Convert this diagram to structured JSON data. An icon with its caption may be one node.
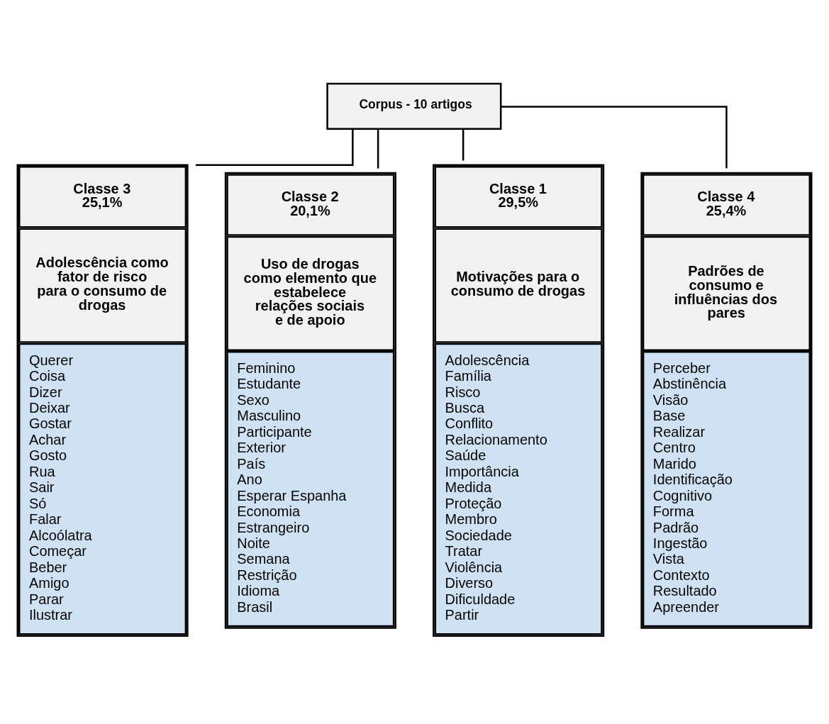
{
  "diagram": {
    "nodes": [
      {
        "text": [
          "Corpus - 10 artigos"
        ]
      },
      {
        "text": [
          "Classe 3 25,1%",
          "Adolescência como fator de risco para o consumo de drogas",
          "Querer",
          "Coisa",
          "Dizer",
          "Deixar",
          "Gostar",
          "Achar",
          "Gosto",
          "Rua",
          "Sair",
          "Só",
          "Falar",
          "Alcoólatra",
          "Começar",
          "Beber",
          "Amigo",
          "Parar",
          "Ilustrar"
        ]
      },
      {
        "text": [
          "Classe 2 20,1%",
          "Uso de drogas como elemento que estabelece relações sociais e de apoio",
          "Feminino",
          "Estudante",
          "Sexo",
          "Masculino",
          "Participante",
          "Exterior",
          "País",
          "Ano",
          "Esperar Espanha",
          "Economia",
          "Estrangeiro",
          "Noite",
          "Semana",
          "Restrição",
          "Idioma",
          "Brasil"
        ]
      },
      {
        "text": [
          "Classe 1 29,5%",
          "Motivações para o consumo de drogas",
          "Adolescência",
          "Família",
          "Risco",
          "Busca",
          "Conflito",
          "Relacionamento",
          "Saúde",
          "Importância",
          "Medida",
          "Proteção",
          "Membro",
          "Sociedade",
          "Tratar",
          "Violência",
          "Diverso",
          "Dificuldade",
          "Partir"
        ]
      },
      {
        "text": [
          "Classe 4 25,4%",
          "Padrões de consumo e influências dos pares",
          "Perceber",
          "Abstinência",
          "Visão",
          "Base",
          "Realizar",
          "Centro",
          "Marido",
          "Identificação",
          "Cognitivo",
          "Forma",
          "Padrão",
          "Ingestão",
          "Vista",
          "Contexto",
          "Resultado",
          "Apreender"
        ]
      }
    ],
    "edges": [
      {
        "from": 0,
        "to": 1,
        "arrow": "none"
      },
      {
        "from": 0,
        "to": 2,
        "arrow": "none"
      },
      {
        "from": 0,
        "to": 3,
        "arrow": "none"
      },
      {
        "from": 0,
        "to": 4,
        "arrow": "none"
      }
    ]
  }
}
